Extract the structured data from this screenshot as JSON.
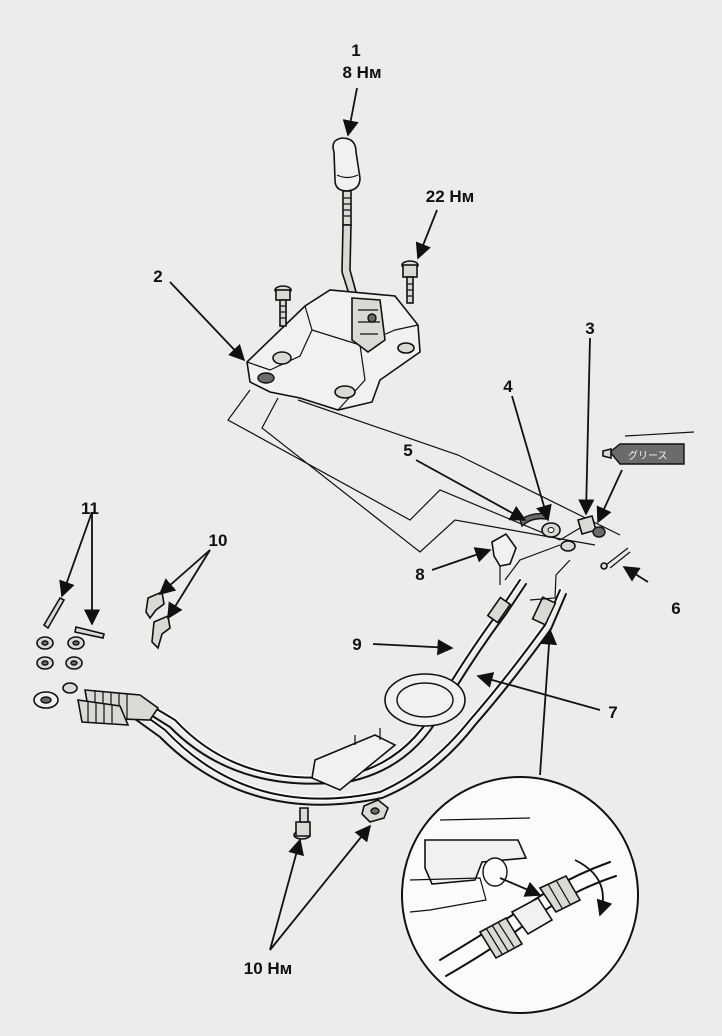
{
  "callouts": {
    "c1": "1",
    "c1_torque": "8 Нм",
    "c2": "2",
    "c3": "3",
    "c4": "4",
    "c5": "5",
    "c6": "6",
    "c7": "7",
    "c8": "8",
    "c9": "9",
    "c10": "10",
    "c11": "11",
    "torque_22": "22 Нм",
    "torque_10": "10 Нм"
  },
  "grease_tube": {
    "label": "グリース"
  }
}
